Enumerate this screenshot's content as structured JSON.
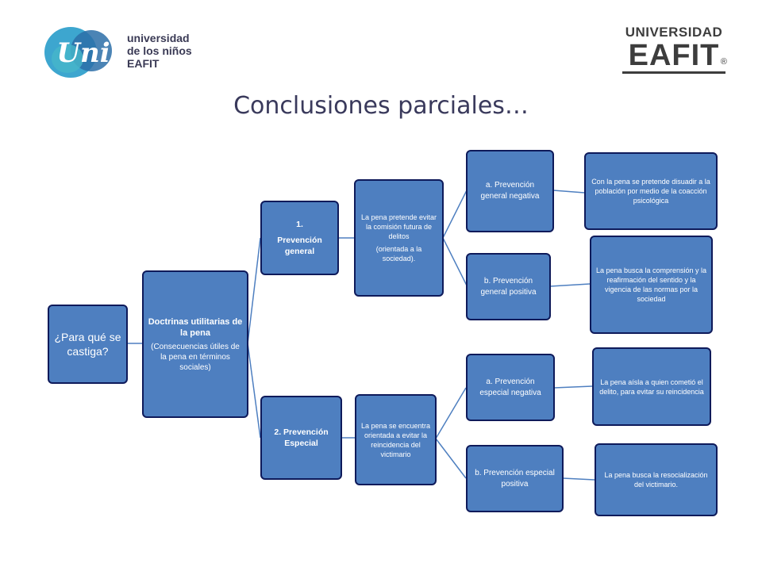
{
  "header": {
    "logo_left": {
      "mark": "Uni",
      "line1": "universidad",
      "line2": "de los niños",
      "line3": "EAFIT"
    },
    "logo_right": {
      "line1": "UNIVERSIDAD",
      "line2": "EAFIT",
      "mark": "®"
    },
    "title": "Conclusiones parciales…"
  },
  "colors": {
    "node_fill": "#4e7fc0",
    "node_border": "#0e1a5a",
    "connector": "#4e7fc0",
    "title": "#3a3a5c"
  },
  "diagram": {
    "root": {
      "text": "¿Para qué se castiga?"
    },
    "doctrinas": {
      "title": "Doctrinas utilitarias de la pena",
      "sub": "(Consecuencias útiles de la pena en términos sociales)"
    },
    "general": {
      "line1": "1.",
      "line2": "Prevención general",
      "desc1": "La pena pretende evitar  la comisión futura de delitos",
      "desc2": "(orientada a la sociedad).",
      "negativa": {
        "label": "a. Prevención general negativa",
        "desc": "Con la pena se pretende disuadir a la población por medio de la coacción psicológica"
      },
      "positiva": {
        "label": "b. Prevención general positiva",
        "desc": "La pena busca la comprensión y la reafirmación del sentido y la vigencia de las normas por la sociedad"
      }
    },
    "especial": {
      "label": "2. Prevención Especial",
      "desc": "La pena se encuentra orientada a evitar la reincidencia del victimario",
      "negativa": {
        "label": "a. Prevención especial negativa",
        "desc": "La pena aísla a quien cometió el delito, para evitar su reincidencia"
      },
      "positiva": {
        "label": "b. Prevención especial positiva",
        "desc": "La pena busca la resocialización del victimario."
      }
    }
  }
}
